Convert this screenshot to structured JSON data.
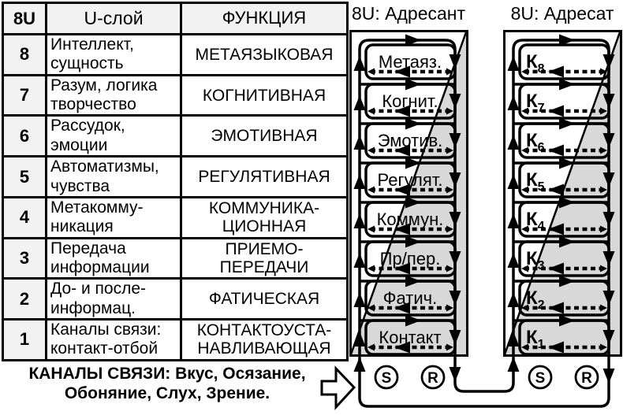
{
  "table": {
    "header": {
      "num": "8U",
      "layer": "U-слой",
      "func": "ФУНКЦИЯ"
    },
    "rows": [
      {
        "num": "8",
        "layer": "Интеллект,\nсущность",
        "func": "МЕТАЯЗЫКОВАЯ"
      },
      {
        "num": "7",
        "layer": "Разум, логика\nтворчество",
        "func": "КОГНИТИВНАЯ"
      },
      {
        "num": "6",
        "layer": "Рассудок,\nэмоции",
        "func": "ЭМОТИВНАЯ"
      },
      {
        "num": "5",
        "layer": "Автоматизмы,\nчувства",
        "func": "РЕГУЛЯТИВНАЯ"
      },
      {
        "num": "4",
        "layer": "Метакомму-\nникация",
        "func": "КОММУНИКА-\nЦИОННАЯ"
      },
      {
        "num": "3",
        "layer": "Передача\nинформации",
        "func": "ПРИЕМО-\nПЕРЕДАЧИ"
      },
      {
        "num": "2",
        "layer": "До- и после-\nинформац.",
        "func": "ФАТИЧЕСКАЯ"
      },
      {
        "num": "1",
        "layer": "Каналы связи:\nконтакт-отбой",
        "func": "КОНТАКТОУСТА-\nНАВЛИВАЮЩАЯ"
      }
    ]
  },
  "caption": "КАНАЛЫ СВЯЗИ: Вкус, Осязание,\nОбоняние, Слух, Зрение.",
  "addresser": {
    "title": "8U: Адресант",
    "layers": [
      "Метаяз.",
      "Когнит.",
      "Эмотив.",
      "Регулят.",
      "Коммун.",
      "Пр/пер.",
      "Фатич.",
      "Контакт"
    ],
    "sender": "S",
    "receiver": "R"
  },
  "addressee": {
    "title": "8U: Адресат",
    "layers": [
      {
        "main": "К",
        "sub": "8"
      },
      {
        "main": "К",
        "sub": "7"
      },
      {
        "main": "К",
        "sub": "6"
      },
      {
        "main": "К",
        "sub": "5"
      },
      {
        "main": "К",
        "sub": "4"
      },
      {
        "main": "К",
        "sub": "3"
      },
      {
        "main": "К",
        "sub": "2"
      },
      {
        "main": "К",
        "sub": "1"
      }
    ],
    "sender": "S",
    "receiver": "R"
  },
  "colors": {
    "shade": "#d8d8d8",
    "line": "#000000"
  }
}
